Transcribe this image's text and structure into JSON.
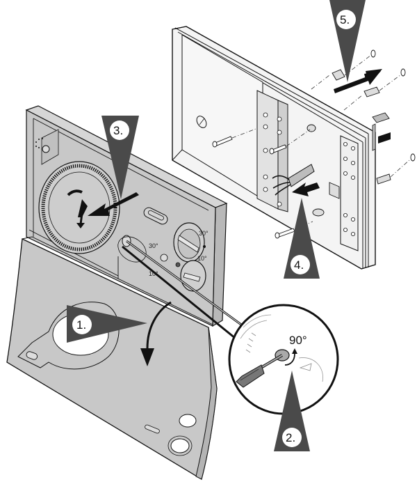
{
  "diagram": {
    "title": "Room thermostat installation",
    "colors": {
      "housing": "#c8c8c8",
      "housing_dark": "#b4b4b4",
      "backplate": "#f4f4f4",
      "outline": "#111111",
      "callout": "#4a4a4a",
      "callout_circle": "#ffffff",
      "arrow": "#111111"
    },
    "steps": [
      {
        "id": "1",
        "label": "1.",
        "description": "Swing cover down"
      },
      {
        "id": "2",
        "label": "2.",
        "description": "Turn screw 90° with screwdriver"
      },
      {
        "id": "3",
        "label": "3.",
        "description": "Pull controller off"
      },
      {
        "id": "4",
        "label": "4.",
        "description": "Insert cable"
      },
      {
        "id": "5",
        "label": "5.",
        "description": "Fix to wall with plugs and screws"
      }
    ],
    "detail": {
      "rotation_label": "90°"
    },
    "dials": {
      "temperature_max": "30°",
      "temperature_min": "10°",
      "setback_max": "30°",
      "setback_min": "10°"
    }
  }
}
